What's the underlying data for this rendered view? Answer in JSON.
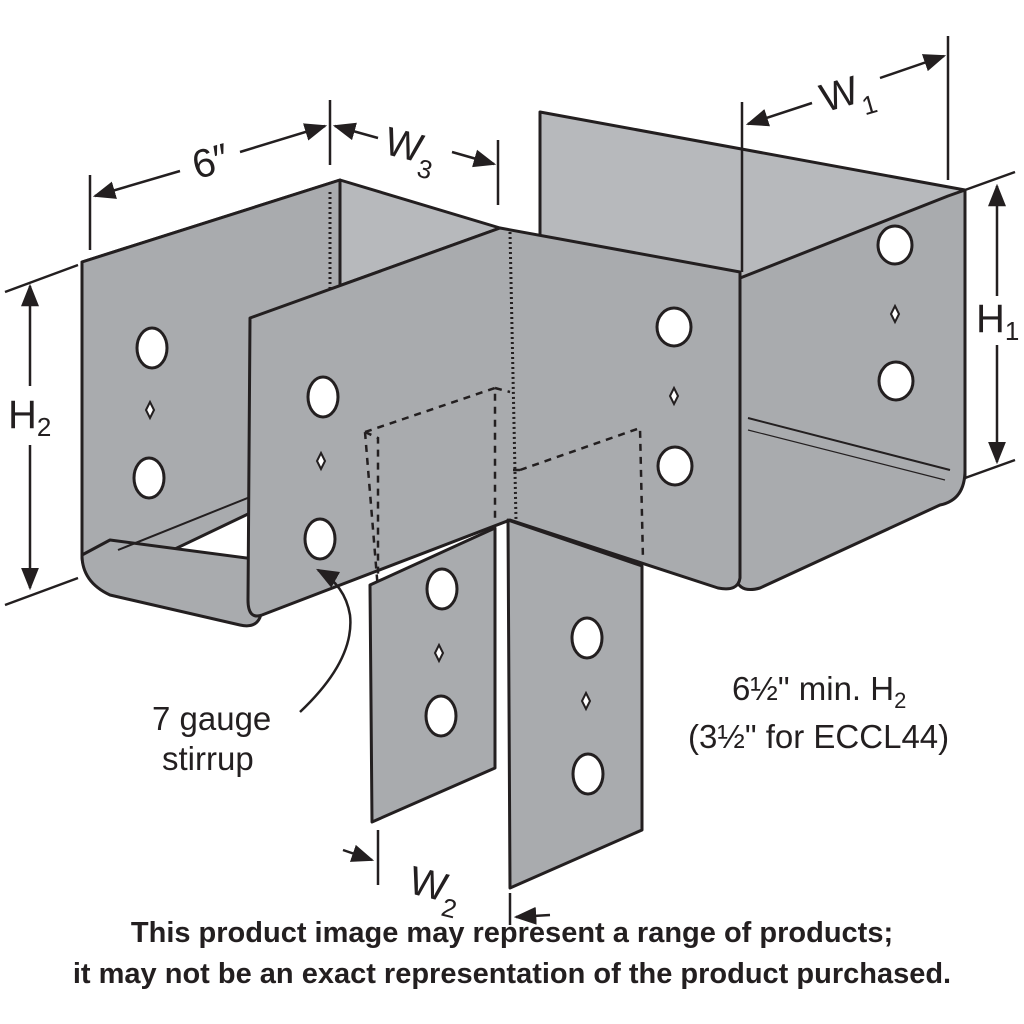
{
  "dimensions": {
    "six_inch": "6″",
    "w1": {
      "main": "W",
      "sub": "1"
    },
    "w2": {
      "main": "W",
      "sub": "2"
    },
    "w3": {
      "main": "W",
      "sub": "3"
    },
    "h1": {
      "main": "H",
      "sub": "1"
    },
    "h2": {
      "main": "H",
      "sub": "2"
    }
  },
  "callout": {
    "line1": "7 gauge",
    "line2": "stirrup"
  },
  "note": {
    "line1_pre": "6½\" min. H",
    "line1_sub": "2",
    "line2": "(3½\" for ECCL44)"
  },
  "disclaimer": {
    "line1": "This product image may represent a range of products;",
    "line2": "it may not be an exact representation of the product purchased."
  },
  "colors": {
    "steel": "#a9abae",
    "outline": "#231f20",
    "background": "#ffffff"
  }
}
